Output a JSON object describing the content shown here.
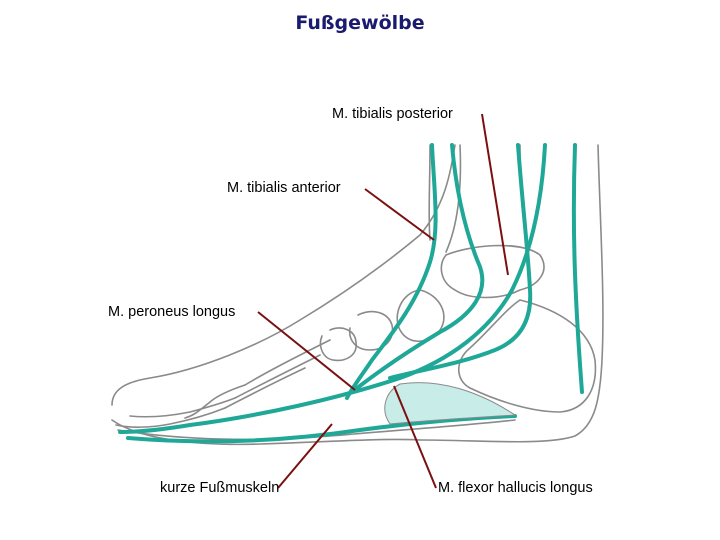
{
  "title": "Fußgewölbe",
  "colors": {
    "title": "#1a1a6e",
    "tendon": "#1fa898",
    "outline": "#8a8a8a",
    "pointer": "#7a1010"
  },
  "labels": {
    "tibialis_posterior": "M. tibialis posterior",
    "tibialis_anterior": "M. tibialis anterior",
    "peroneus_longus": "M. peroneus longus",
    "kurze_fussmuskeln": "kurze Fußmuskeln",
    "flexor_hallucis_longus": "M. flexor hallucis longus"
  }
}
